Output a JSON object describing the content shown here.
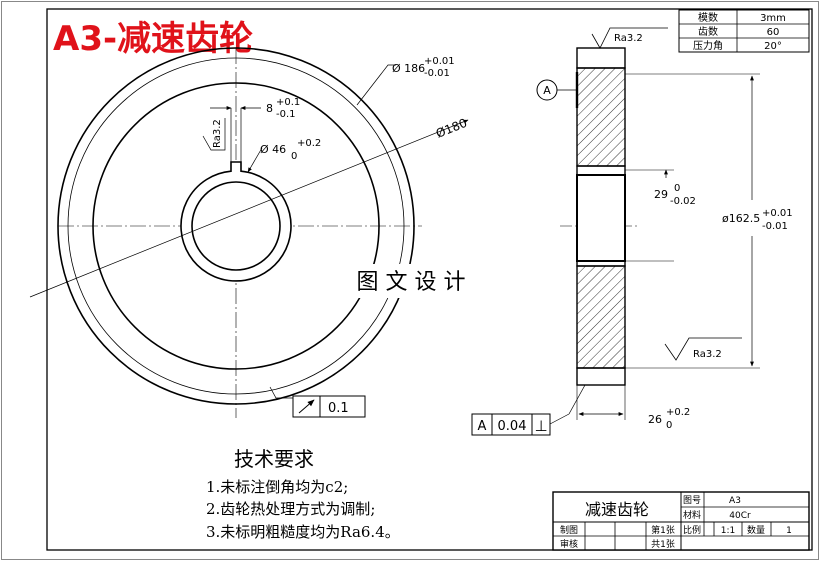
{
  "title": "A3-减速齿轮",
  "params_table": [
    {
      "label": "模数",
      "value": "3mm"
    },
    {
      "label": "齿数",
      "value": "60"
    },
    {
      "label": "压力角",
      "value": "20°"
    }
  ],
  "front_view": {
    "outer_dia": "Ø 186",
    "outer_tol_upper": "+0.01",
    "outer_tol_lower": "-0.01",
    "pitch_dia": "Ø180",
    "keyway_width": "8",
    "keyway_tol_upper": "+0.1",
    "keyway_tol_lower": "-0.1",
    "roughness_keyway": "Ra3.2",
    "bore_dia": "Ø 46",
    "bore_tol_upper": "+0.2",
    "bore_tol_lower": "0",
    "runout_value": "0.1"
  },
  "side_view": {
    "roughness_top": "Ra3.2",
    "datum": "A",
    "hub_dim": "29",
    "hub_tol_upper": "0",
    "hub_tol_lower": "-0.02",
    "dia": "ø162.5",
    "dia_tol_upper": "+0.01",
    "dia_tol_lower": "-0.01",
    "roughness_bottom": "Ra3.2",
    "width": "26",
    "width_tol_upper": "+0.2",
    "width_tol_lower": "0",
    "perp_datum": "A",
    "perp_value": "0.04",
    "perp_symbol": "⊥"
  },
  "watermark": "图 文 设 计",
  "requirements": {
    "heading": "技术要求",
    "items": [
      "1.未标注倒角均为c2;",
      "2.齿轮热处理方式为调制;",
      "3.未标明粗糙度均为Ra6.4。"
    ]
  },
  "title_block": {
    "part_name": "减速齿轮",
    "drawing_no_label": "图号",
    "drawing_no": "A3",
    "material_label": "材料",
    "material": "40Cr",
    "drawn_label": "制图",
    "checked_label": "审核",
    "sheet_label": "第1张",
    "total_label": "共1张",
    "scale_label": "比例",
    "scale": "1:1",
    "qty_label": "数量",
    "qty": "1"
  }
}
